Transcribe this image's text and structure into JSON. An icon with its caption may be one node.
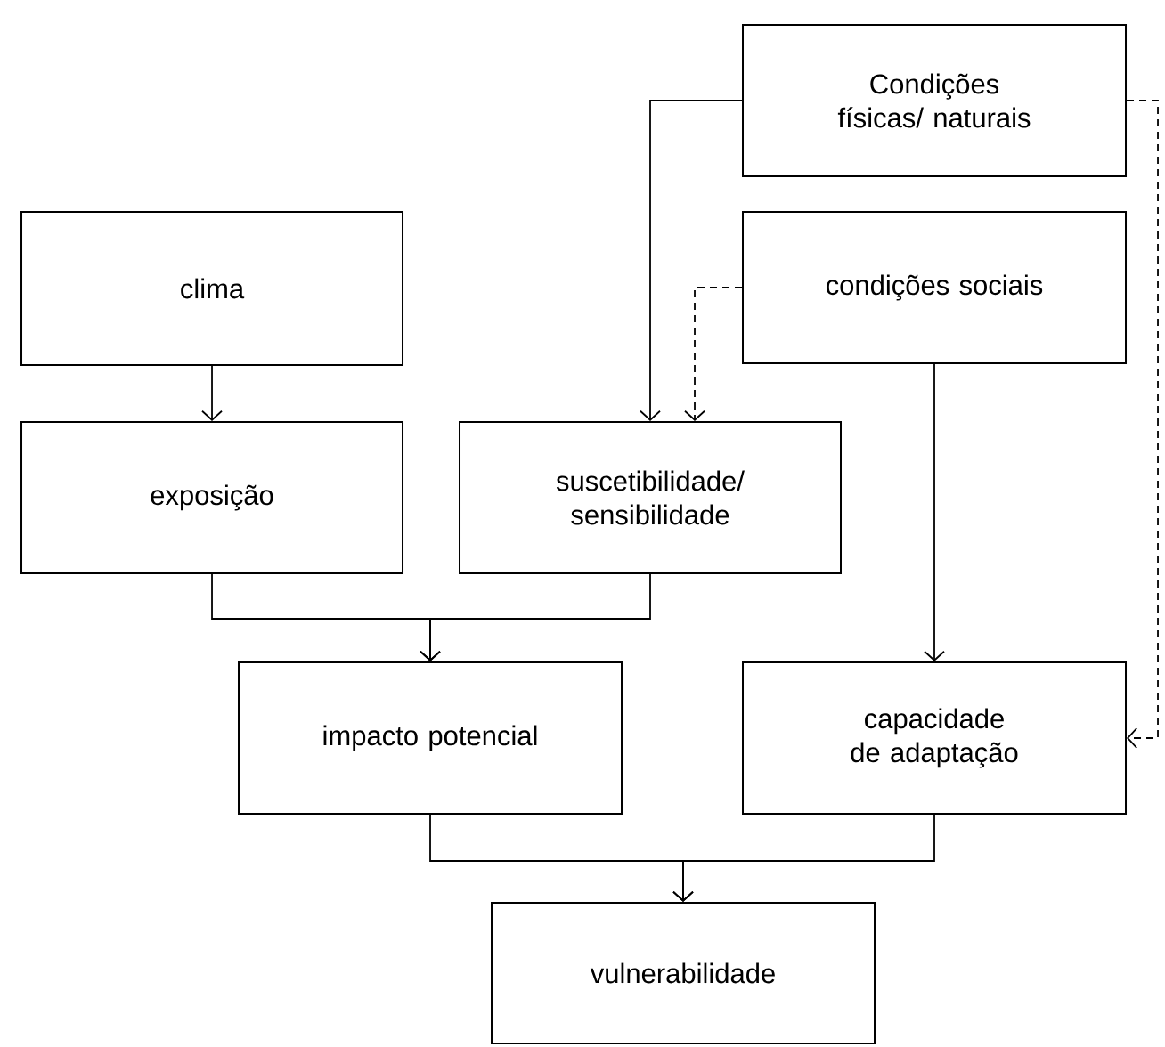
{
  "diagram": {
    "nodes": [
      {
        "text": [
          "Condições físicas/ naturais"
        ]
      },
      {
        "text": [
          "clima"
        ]
      },
      {
        "text": [
          "condições sociais"
        ]
      },
      {
        "text": [
          "exposição"
        ]
      },
      {
        "text": [
          "suscetibilidade/ sensibilidade"
        ]
      },
      {
        "text": [
          "impacto potencial"
        ]
      },
      {
        "text": [
          "capacidade de adaptação"
        ]
      },
      {
        "text": [
          "vulnerabilidade"
        ]
      }
    ],
    "edges": [
      {
        "from": 0,
        "to": 4,
        "arrow": "to"
      },
      {
        "from": 2,
        "to": 4,
        "arrow": "to",
        "style": "dashed"
      },
      {
        "from": 1,
        "to": 3,
        "arrow": "to"
      },
      {
        "from": 3,
        "to": 5,
        "arrow": "to"
      },
      {
        "from": 4,
        "to": 5,
        "arrow": "to"
      },
      {
        "from": 2,
        "to": 6,
        "arrow": "to"
      },
      {
        "from": 0,
        "to": 6,
        "arrow": "to",
        "style": "dashed"
      },
      {
        "from": 5,
        "to": 7,
        "arrow": "to"
      },
      {
        "from": 6,
        "to": 7,
        "arrow": "to"
      }
    ]
  }
}
